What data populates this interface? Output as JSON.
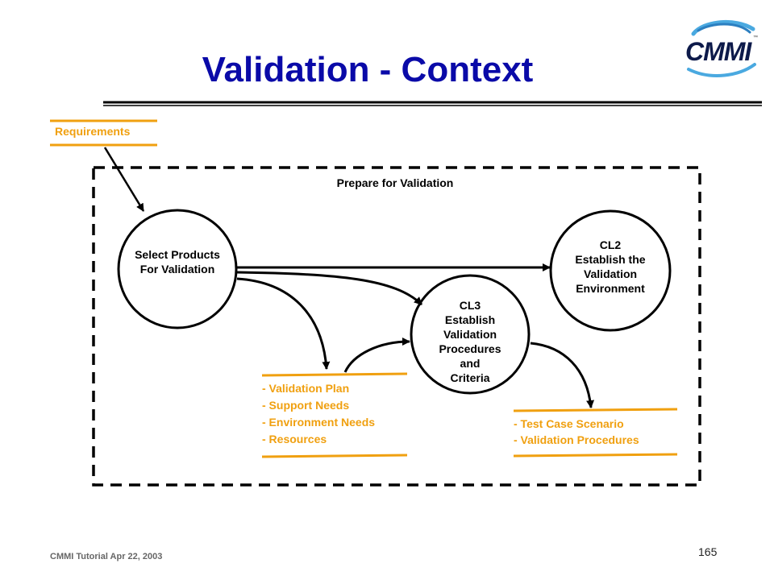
{
  "title": "Validation - Context",
  "logo": {
    "text": "CMMI",
    "trademark": "™"
  },
  "prepare_label": "Prepare   for Validation",
  "requirements_label": "Requirements",
  "nodes": {
    "select_products": [
      "Select Products",
      "For  Validation"
    ],
    "cl2": [
      "CL2",
      "Establish  the",
      "Validation",
      "Environment"
    ],
    "cl3": [
      "CL3",
      "Establish",
      "Validation",
      "Procedures",
      "and",
      "Criteria"
    ]
  },
  "plan_items": [
    "- Validation  Plan",
    "- Support  Needs",
    "- Environment  Needs",
    "- Resources"
  ],
  "test_items": [
    "- Test Case  Scenario",
    "- Validation  Procedures"
  ],
  "footer": {
    "left": "CMMI Tutorial  Apr 22,  2003",
    "page": "165"
  },
  "colors": {
    "title": "#0a0aa8",
    "orange": "#f0a010",
    "stroke": "#000000"
  }
}
